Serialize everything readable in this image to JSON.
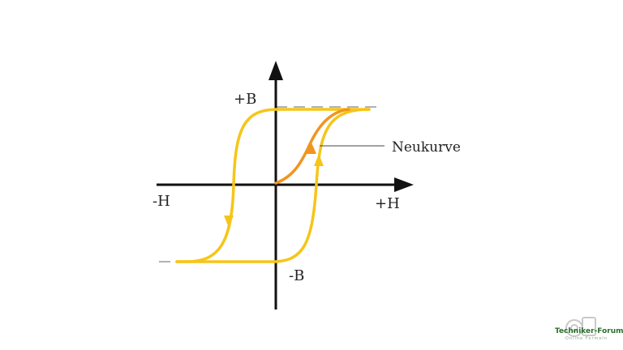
{
  "labels": {
    "plus_b": "+B",
    "minus_b": "-B",
    "plus_h": "+H",
    "minus_h": "-H",
    "neukurve": "Neukurve"
  },
  "watermark": {
    "text": "Techniker-Forum.de",
    "subtext": "Online Formeln"
  },
  "colors": {
    "axis": "#111111",
    "loop": "#f6c518",
    "initial_curve": "#f0951e",
    "saturation_dash": "#666666",
    "leader": "#444444"
  }
}
